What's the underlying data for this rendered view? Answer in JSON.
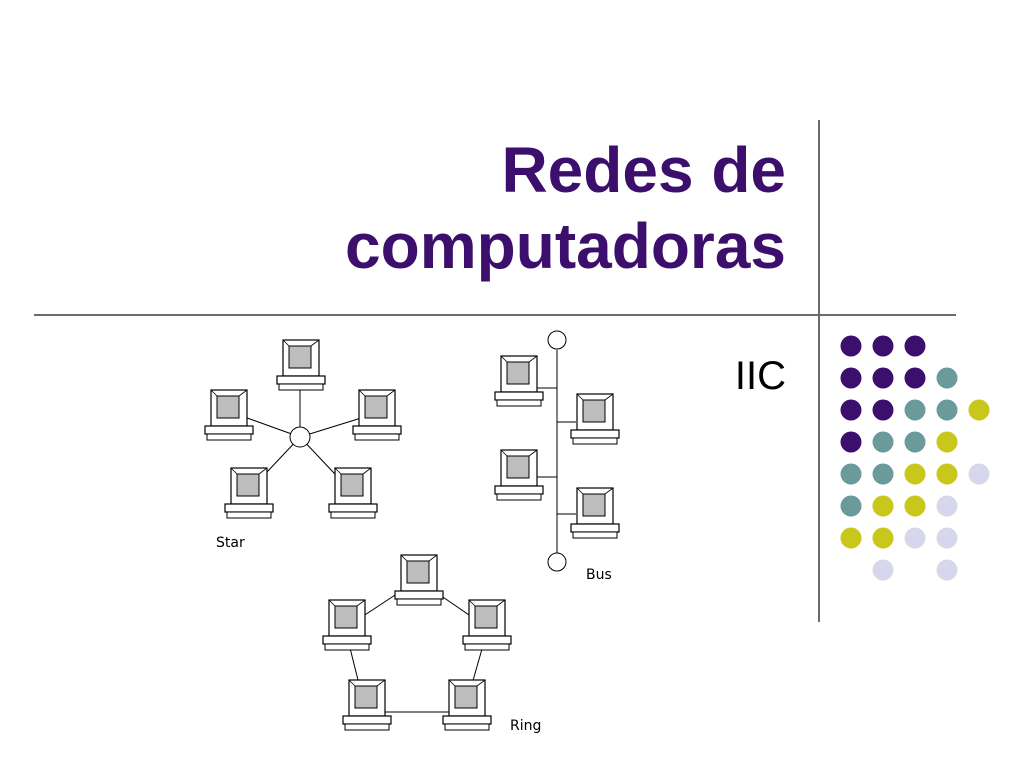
{
  "slide": {
    "title_line1": "Redes de",
    "title_line2": "computadoras",
    "subtitle": "IIC"
  },
  "diagram": {
    "star_label": "Star",
    "bus_label": "Bus",
    "ring_label": "Ring"
  },
  "colors": {
    "title": "#3b0f6b",
    "dot_purple": "#3b0f6b",
    "dot_teal": "#6a9a9a",
    "dot_lime": "#c8c81a",
    "dot_lavender": "#d6d6ec"
  },
  "decor_dots": [
    [
      "purple",
      "purple",
      "purple",
      null,
      null
    ],
    [
      "purple",
      "purple",
      "purple",
      "teal",
      null
    ],
    [
      "purple",
      "purple",
      "teal",
      "teal",
      "lime"
    ],
    [
      "purple",
      "teal",
      "teal",
      "lime",
      null
    ],
    [
      "teal",
      "teal",
      "lime",
      "lime",
      "lavender"
    ],
    [
      "teal",
      "lime",
      "lime",
      "lavender",
      null
    ],
    [
      "lime",
      "lime",
      "lavender",
      "lavender",
      null
    ],
    [
      null,
      "lavender",
      null,
      "lavender",
      null
    ]
  ]
}
